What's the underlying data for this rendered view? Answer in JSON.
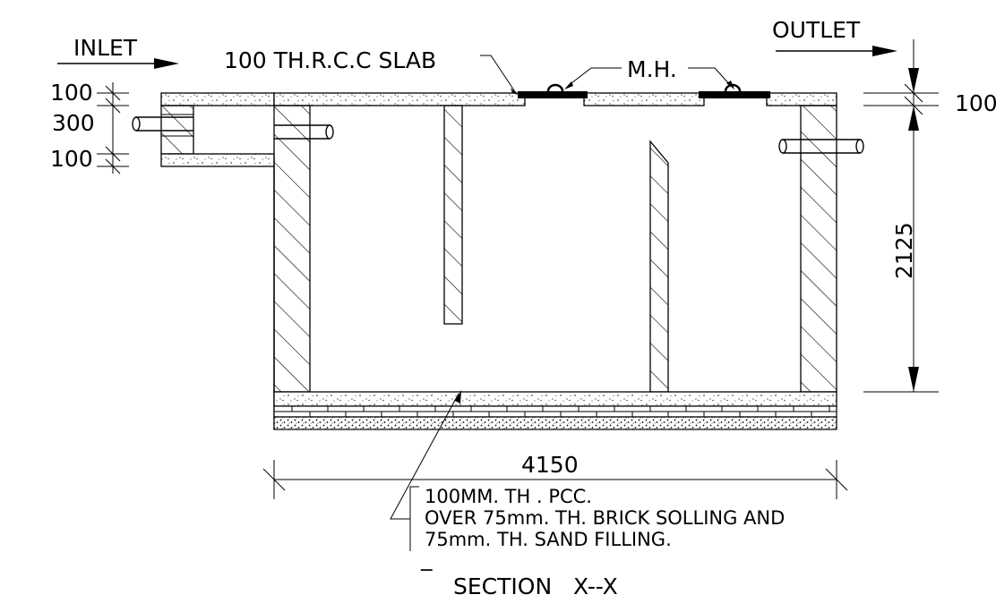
{
  "labels": {
    "inlet": "INLET",
    "outlet": "OUTLET",
    "slab": "100 TH.R.C.C SLAB",
    "manhole": "M.H.",
    "note_line1": "100MM. TH . PCC.",
    "note_line2": "OVER 75mm. TH. BRICK SOLLING AND",
    "note_line3": "75mm. TH. SAND FILLING.",
    "note_dash": "_",
    "section_title": "SECTION   X--X"
  },
  "dimensions": {
    "left_top": "100",
    "left_mid": "300",
    "left_bottom": "100",
    "right_top": "100",
    "depth": "2125",
    "length": "4150"
  }
}
